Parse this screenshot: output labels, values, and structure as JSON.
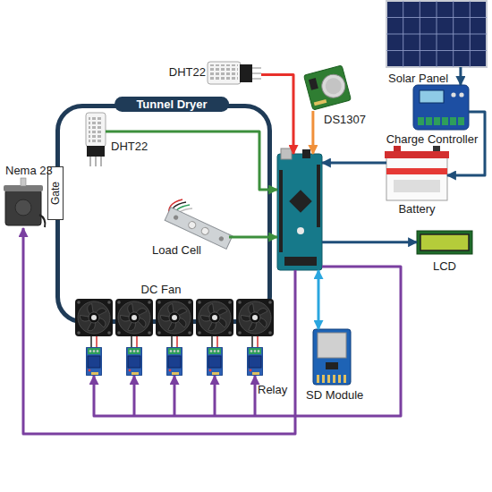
{
  "diagram": {
    "nodes": [
      {
        "text": [
          "DHT22"
        ]
      },
      {
        "text": [
          "DS1307"
        ]
      },
      {
        "text": [
          "Solar Panel"
        ]
      },
      {
        "text": [
          "Charge Controller"
        ]
      },
      {
        "text": [
          "Tunnel Dryer"
        ]
      },
      {
        "text": [
          "DHT22"
        ],
        "in": 4
      },
      {
        "text": [
          "Load Cell"
        ],
        "in": 4
      },
      {
        "text": [
          "DC Fan"
        ],
        "in": 4
      },
      {
        "text": [
          "Gate"
        ],
        "in": 4
      },
      {
        "text": [
          "Nema 23"
        ]
      },
      {
        "text": [
          "Battery"
        ]
      },
      {
        "text": []
      },
      {
        "text": [
          "LCD"
        ]
      },
      {
        "text": [
          "Relay"
        ]
      },
      {
        "text": [
          "SD Module"
        ]
      }
    ],
    "edges": [
      {
        "from": 0,
        "to": 11,
        "arrow": "to"
      },
      {
        "from": 1,
        "to": 11,
        "arrow": "to"
      },
      {
        "from": 2,
        "to": 3,
        "arrow": "to"
      },
      {
        "from": 3,
        "to": 10,
        "arrow": "to"
      },
      {
        "from": 10,
        "to": 11,
        "arrow": "to"
      },
      {
        "from": 5,
        "to": 11,
        "arrow": "to"
      },
      {
        "from": 6,
        "to": 11,
        "arrow": "to"
      },
      {
        "from": 11,
        "to": 12,
        "arrow": "to"
      },
      {
        "from": 11,
        "to": 14,
        "arrow": "both"
      },
      {
        "from": 11,
        "to": 13,
        "arrow": "to"
      },
      {
        "from": 11,
        "to": 9,
        "arrow": "to"
      }
    ]
  }
}
